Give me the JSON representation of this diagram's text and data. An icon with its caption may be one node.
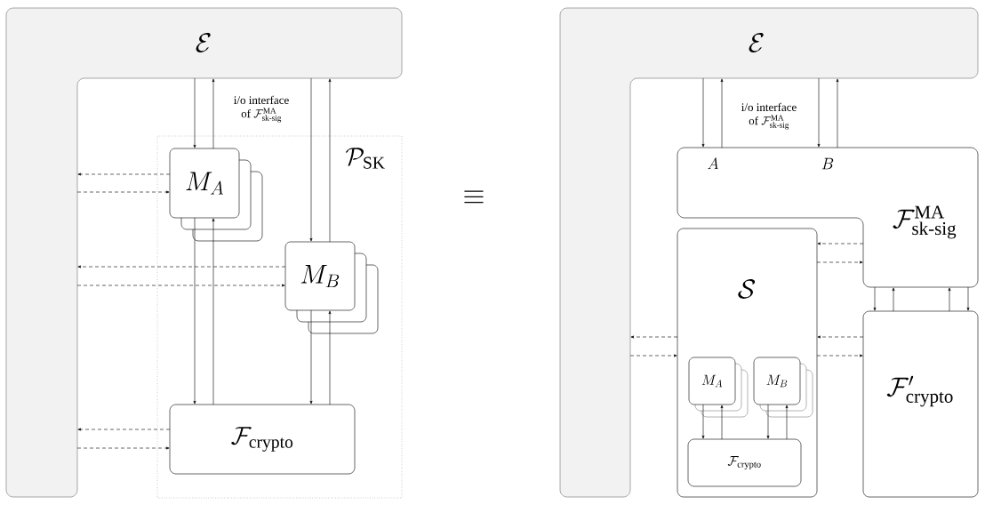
{
  "diagram": {
    "nodes": [
      {
        "text": [
          "\\mathcal{E}"
        ]
      },
      {
        "text": [
          "\\mathcal{P}_{\\mathrm{SK}}"
        ]
      },
      {
        "text": [
          "M_A"
        ],
        "in": 1
      },
      {
        "text": [
          "M_B"
        ],
        "in": 1
      },
      {
        "text": [
          "\\mathcal{F}_{\\mathrm{crypto}}"
        ],
        "in": 1
      },
      {
        "text": [
          "\\mathcal{E}"
        ]
      },
      {
        "text": [
          "A",
          "B",
          "\\mathcal{F}^{\\mathrm{MA}}_{\\text{sk-sig}}"
        ]
      },
      {
        "text": [
          "\\mathcal{S}"
        ]
      },
      {
        "text": [
          "M_A"
        ],
        "in": 7
      },
      {
        "text": [
          "M_B"
        ],
        "in": 7
      },
      {
        "text": [
          "\\mathcal{F}_{\\mathrm{crypto}}"
        ],
        "in": 7
      },
      {
        "text": [
          "\\mathcal{F}'_{\\mathrm{crypto}}"
        ]
      }
    ],
    "edges": [
      {
        "from": 2,
        "to": 0,
        "arrow": "to",
        "style": "dashed"
      },
      {
        "from": 0,
        "to": 2,
        "arrow": "to",
        "style": "dashed"
      },
      {
        "from": 3,
        "to": 0,
        "arrow": "to",
        "style": "dashed"
      },
      {
        "from": 0,
        "to": 3,
        "arrow": "to",
        "style": "dashed"
      },
      {
        "from": 4,
        "to": 0,
        "arrow": "to",
        "style": "dashed"
      },
      {
        "from": 0,
        "to": 4,
        "arrow": "to",
        "style": "dashed"
      },
      {
        "from": 0,
        "to": 2,
        "arrow": "to"
      },
      {
        "from": 2,
        "to": 0,
        "arrow": "to"
      },
      {
        "from": 0,
        "to": 3,
        "arrow": "to"
      },
      {
        "from": 3,
        "to": 0,
        "arrow": "to"
      },
      {
        "from": 2,
        "to": 4,
        "arrow": "to"
      },
      {
        "from": 4,
        "to": 2,
        "arrow": "to"
      },
      {
        "from": 3,
        "to": 4,
        "arrow": "to"
      },
      {
        "from": 4,
        "to": 3,
        "arrow": "to"
      },
      {
        "from": 5,
        "to": 6,
        "arrow": "to"
      },
      {
        "from": 6,
        "to": 5,
        "arrow": "to"
      },
      {
        "from": 5,
        "to": 6,
        "arrow": "to"
      },
      {
        "from": 6,
        "to": 5,
        "arrow": "to"
      },
      {
        "from": 6,
        "to": 7,
        "arrow": "to",
        "style": "dashed"
      },
      {
        "from": 7,
        "to": 6,
        "arrow": "to",
        "style": "dashed"
      },
      {
        "from": 7,
        "to": 5,
        "arrow": "to",
        "style": "dashed"
      },
      {
        "from": 5,
        "to": 7,
        "arrow": "to",
        "style": "dashed"
      },
      {
        "from": 11,
        "to": 7,
        "arrow": "to",
        "style": "dashed"
      },
      {
        "from": 7,
        "to": 11,
        "arrow": "to",
        "style": "dashed"
      },
      {
        "from": 6,
        "to": 11,
        "arrow": "to"
      },
      {
        "from": 11,
        "to": 6,
        "arrow": "to"
      },
      {
        "from": 11,
        "to": 6,
        "arrow": "to"
      },
      {
        "from": 6,
        "to": 11,
        "arrow": "to"
      },
      {
        "from": 8,
        "to": 10,
        "arrow": "to"
      },
      {
        "from": 10,
        "to": 8,
        "arrow": "to"
      },
      {
        "from": 9,
        "to": 10,
        "arrow": "to"
      },
      {
        "from": 10,
        "to": 9,
        "arrow": "to"
      }
    ],
    "labels": [
      "\\begin{array}{c}\\mbox{i/o interface}\\\\\\mbox{of }\\mathcal{F}^{\\mathrm{MA}}_{\\text{sk-sig}}\\end{array}",
      "\\equiv",
      "\\begin{array}{c}\\mbox{i/o interface}\\\\\\mbox{of }\\mathcal{F}^{\\mathrm{MA}}_{\\text{sk-sig}}\\end{array}"
    ]
  }
}
